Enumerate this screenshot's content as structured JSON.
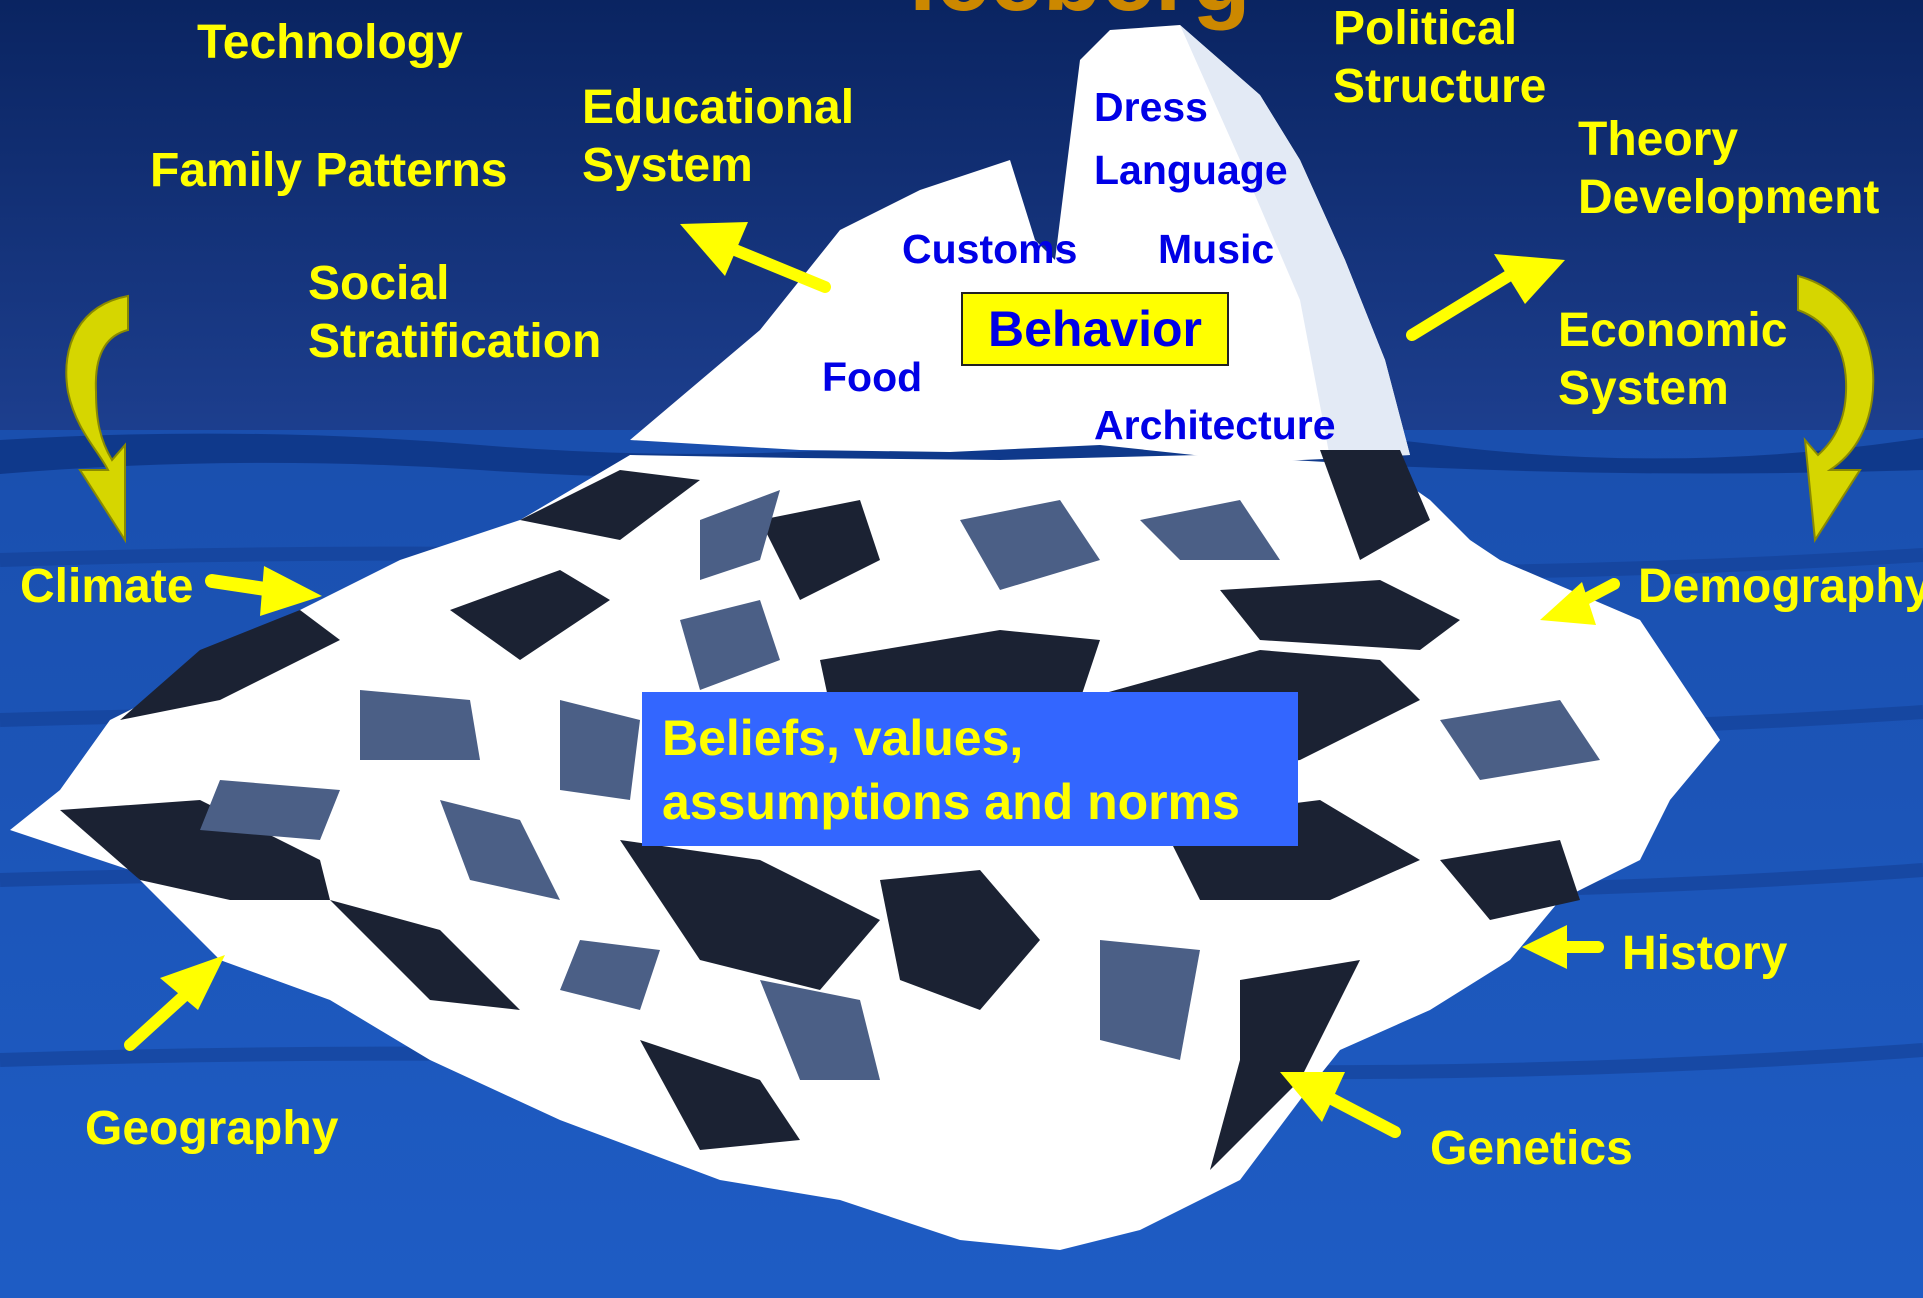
{
  "title_fragment": "Iceberg",
  "above_water_labels": {
    "dress": "Dress",
    "language": "Language",
    "customs": "Customs",
    "music": "Music",
    "food": "Food",
    "architecture": "Architecture"
  },
  "behavior_box": "Behavior",
  "beliefs_box": "Beliefs, values,\nassumptions and norms",
  "outer_labels": {
    "technology": "Technology",
    "family_patterns": "Family Patterns",
    "educational_system": "Educational\nSystem",
    "social_stratification": "Social\nStratification",
    "political_structure": "Political\nStructure",
    "theory_development": "Theory\nDevelopment",
    "economic_system": "Economic\nSystem",
    "climate": "Climate",
    "demography": "Demography",
    "history": "History",
    "genetics": "Genetics",
    "geography": "Geography"
  },
  "colors": {
    "sky": "#0b2a6e",
    "water": "#1854b8",
    "ice": "#ffffff",
    "shadow": "#1b2233",
    "label_yellow": "#ffff00",
    "label_blue": "#0000e6",
    "beliefs_box": "#3366ff"
  }
}
